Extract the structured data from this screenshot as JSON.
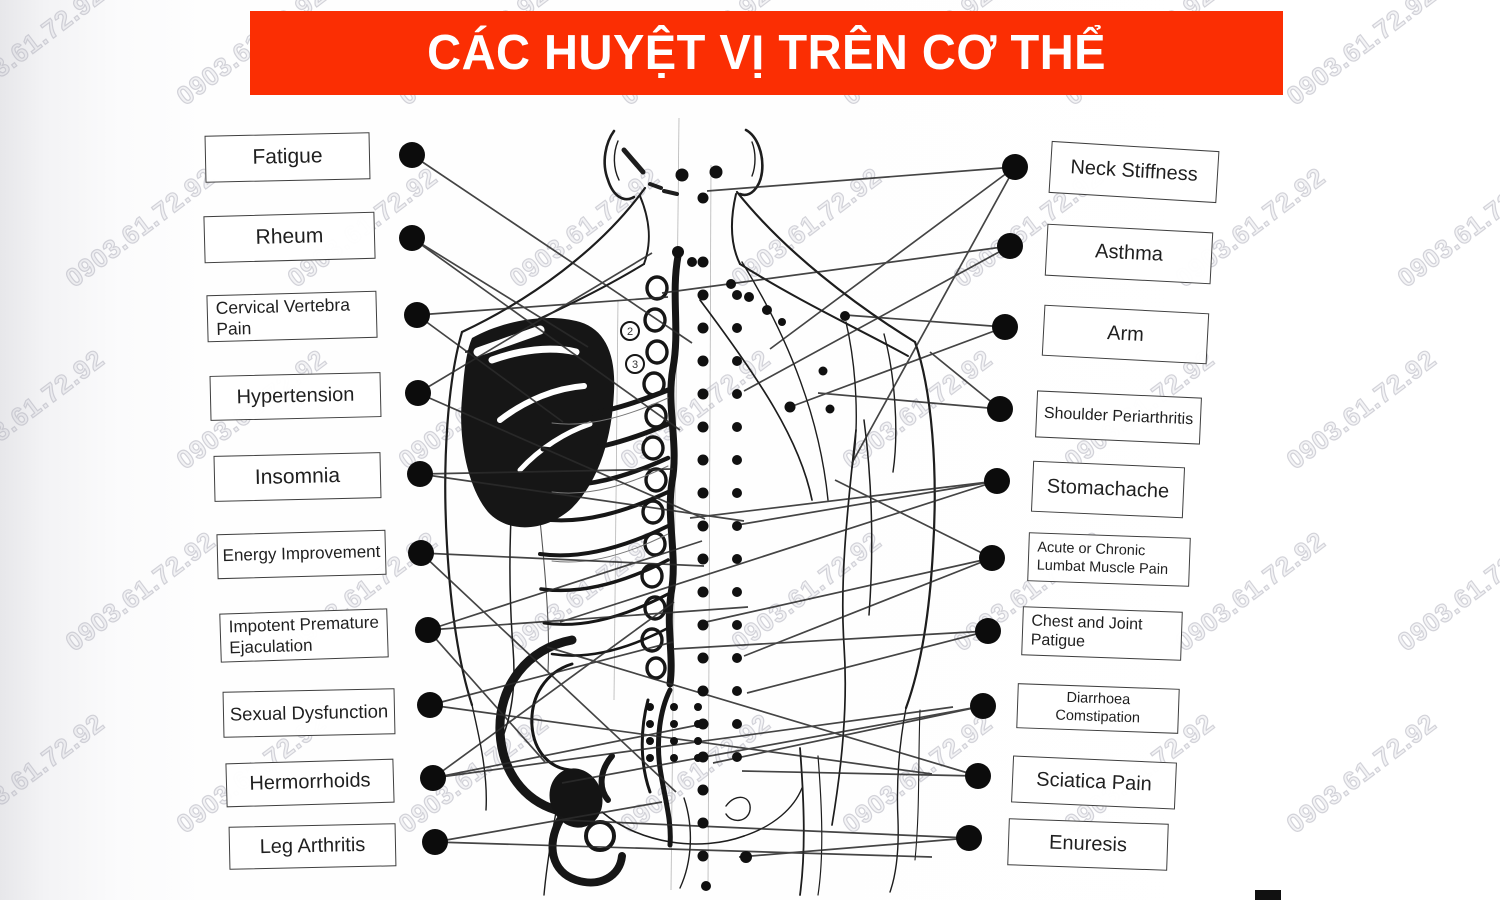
{
  "title": {
    "text": "CÁC HUYỆT VỊ TRÊN CƠ THỂ",
    "bg_color": "#fb2e03",
    "text_color": "#ffffff"
  },
  "watermark": {
    "text": "0903.61.72.92"
  },
  "left_labels": [
    {
      "label": "Fatigue"
    },
    {
      "label": "Rheum"
    },
    {
      "label": "Cervical Vertebra Pain"
    },
    {
      "label": "Hypertension"
    },
    {
      "label": "Insomnia"
    },
    {
      "label": "Energy Improvement"
    },
    {
      "label": "Impotent Premature Ejaculation"
    },
    {
      "label": "Sexual Dysfunction"
    },
    {
      "label": "Hermorrhoids"
    },
    {
      "label": "Leg Arthritis"
    }
  ],
  "right_labels": [
    {
      "label": "Neck Stiffness"
    },
    {
      "label": "Asthma"
    },
    {
      "label": "Arm"
    },
    {
      "label": "Shoulder Periarthritis"
    },
    {
      "label": "Stomachache"
    },
    {
      "label": "Acute or Chronic Lumbat Muscle Pain"
    },
    {
      "label": "Chest and Joint Patigue"
    },
    {
      "label": "Diarrhoea Comstipation"
    },
    {
      "label": "Sciatica Pain"
    },
    {
      "label": "Enuresis"
    }
  ],
  "figure": {
    "vertebra_labels": [
      "2",
      "3"
    ]
  }
}
